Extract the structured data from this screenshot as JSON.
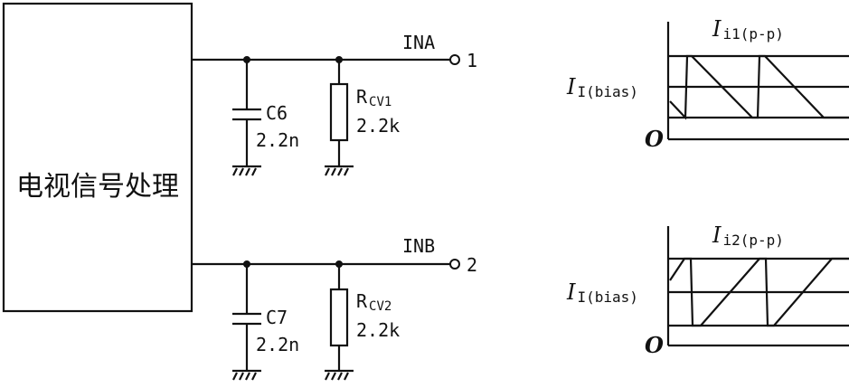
{
  "block": {
    "label": "电视信号处理"
  },
  "circuits": [
    {
      "net": "INA",
      "pin": "1",
      "cap": {
        "name": "C6",
        "value": "2.2n"
      },
      "res": {
        "name": "R",
        "sub": "CV1",
        "value": "2.2k"
      }
    },
    {
      "net": "INB",
      "pin": "2",
      "cap": {
        "name": "C7",
        "value": "2.2n"
      },
      "res": {
        "name": "R",
        "sub": "CV2",
        "value": "2.2k"
      }
    }
  ],
  "graphs": [
    {
      "peak_sym": "I",
      "peak_sub": "i1(p-p)",
      "bias_sym": "I",
      "bias_sub": "I(bias)",
      "origin": "O",
      "slope": "falling"
    },
    {
      "peak_sym": "I",
      "peak_sub": "i2(p-p)",
      "bias_sym": "I",
      "bias_sub": "I(bias)",
      "origin": "O",
      "slope": "rising"
    }
  ]
}
